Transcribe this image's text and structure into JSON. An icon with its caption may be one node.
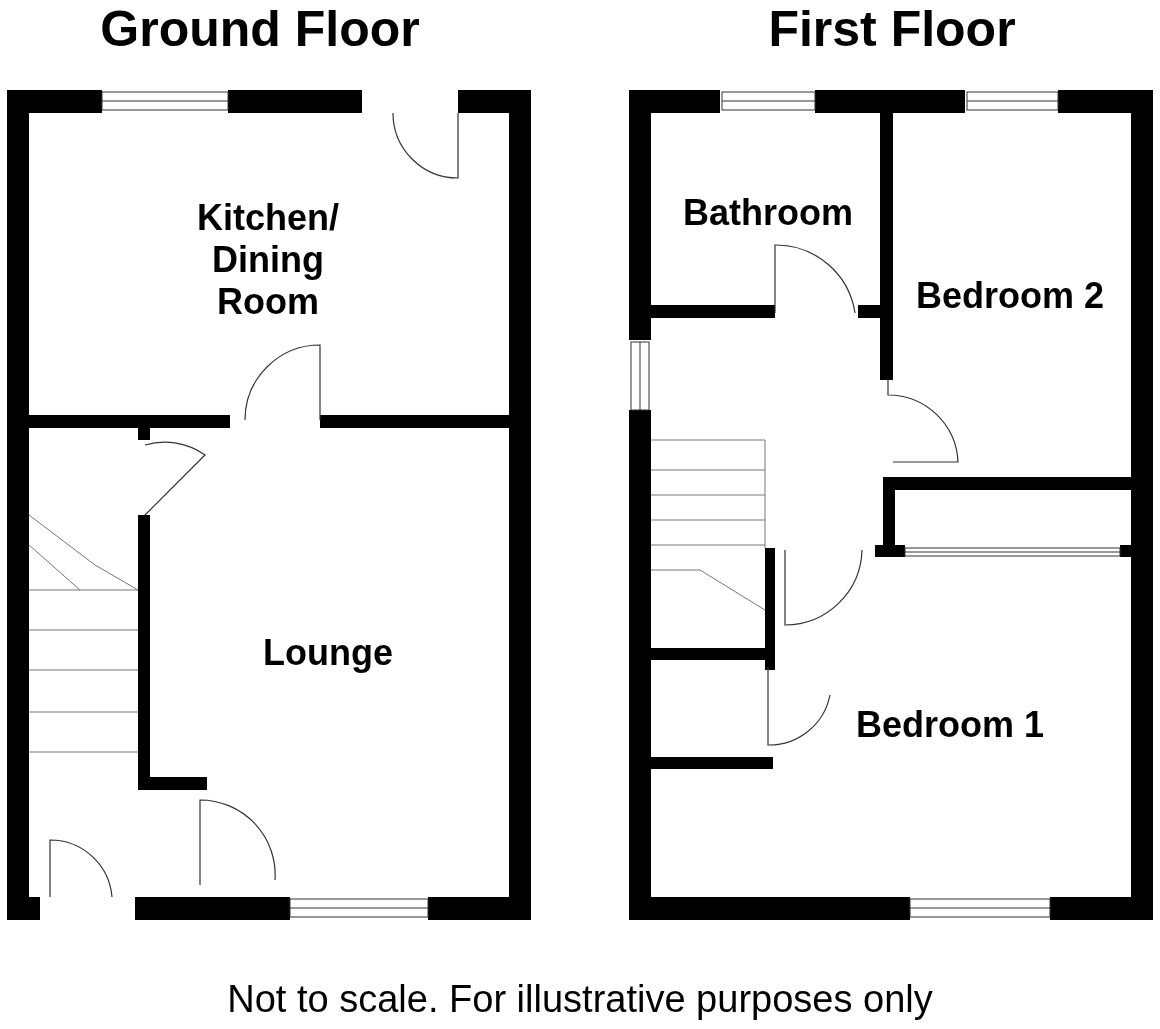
{
  "diagram": {
    "caption": "Not to scale. For illustrative purposes only",
    "nodes": [
      {
        "text": [
          "Ground Floor"
        ]
      },
      {
        "text": [
          "Kitchen/ Dining Room"
        ],
        "in": 0
      },
      {
        "text": [
          "Lounge"
        ],
        "in": 0
      },
      {
        "text": [
          "First Floor"
        ]
      },
      {
        "text": [
          "Bathroom"
        ],
        "in": 3
      },
      {
        "text": [
          "Bedroom 2"
        ],
        "in": 3
      },
      {
        "text": [
          "Bedroom 1"
        ],
        "in": 3
      }
    ]
  }
}
